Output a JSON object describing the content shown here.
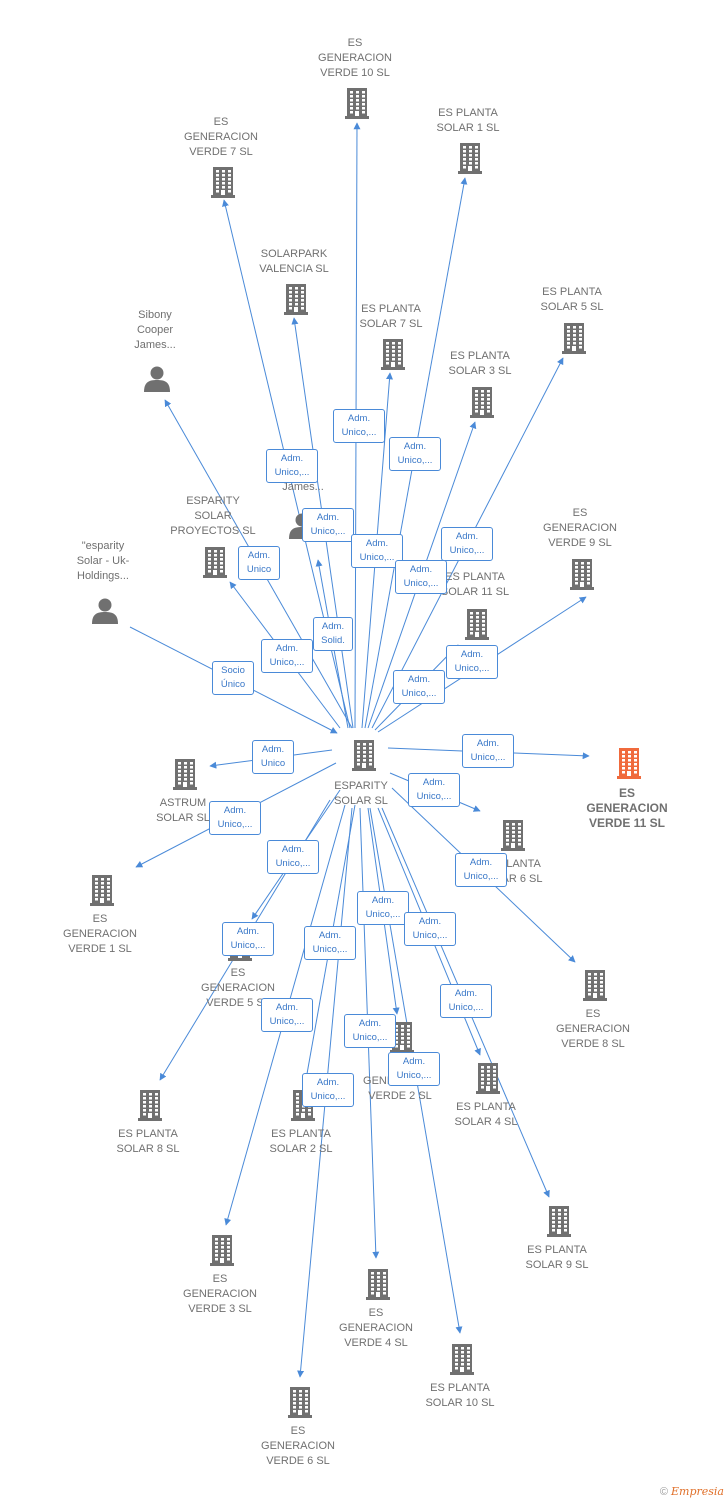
{
  "colors": {
    "edge": "#4a8ad8",
    "building": "#707070",
    "highlight": "#f06a3c",
    "text": "#707070"
  },
  "center": {
    "id": "center",
    "label": "ESPARITY\nSOLAR  SL",
    "icon": "building-icon"
  },
  "nodes": [
    {
      "id": "n10",
      "label": "ES\nGENERACION\nVERDE 10  SL",
      "icon": "building-icon"
    },
    {
      "id": "n7",
      "label": "ES\nGENERACION\nVERDE 7  SL",
      "icon": "building-icon"
    },
    {
      "id": "ps1",
      "label": "ES PLANTA\nSOLAR 1  SL",
      "icon": "building-icon"
    },
    {
      "id": "spv",
      "label": "SOLARPARK\nVALENCIA  SL",
      "icon": "building-icon"
    },
    {
      "id": "ps5",
      "label": "ES PLANTA\nSOLAR 5  SL",
      "icon": "building-icon"
    },
    {
      "id": "ps7",
      "label": "ES PLANTA\nSOLAR 7  SL",
      "icon": "building-icon"
    },
    {
      "id": "sib",
      "label": "Sibony\nCooper\nJames...",
      "icon": "person-icon"
    },
    {
      "id": "ps3",
      "label": "ES PLANTA\nSOLAR 3  SL",
      "icon": "building-icon"
    },
    {
      "id": "jam",
      "label": "James...",
      "icon": "person-icon"
    },
    {
      "id": "esp",
      "label": "ESPARITY\nSOLAR\nPROYECTOS  SL",
      "icon": "building-icon"
    },
    {
      "id": "uk",
      "label": "\"esparity\nSolar - Uk-\nHoldings...",
      "icon": "person-icon"
    },
    {
      "id": "n9",
      "label": "ES\nGENERACION\nVERDE 9  SL",
      "icon": "building-icon"
    },
    {
      "id": "ps11",
      "label": "ES PLANTA\nSOLAR 11  SL",
      "icon": "building-icon"
    },
    {
      "id": "n11",
      "label": "ES\nGENERACION\nVERDE 11  SL",
      "icon": "building-icon",
      "highlight": true
    },
    {
      "id": "ast",
      "label": "ASTRUM\nSOLAR  SL",
      "icon": "building-icon"
    },
    {
      "id": "ps6",
      "label": "ES PLANTA\nSOLAR 6  SL",
      "icon": "building-icon"
    },
    {
      "id": "n1",
      "label": "ES\nGENERACION\nVERDE 1  SL",
      "icon": "building-icon"
    },
    {
      "id": "n5",
      "label": "ES\nGENERACION\nVERDE 5  SL",
      "icon": "building-icon"
    },
    {
      "id": "n8",
      "label": "ES\nGENERACION\nVERDE 8  SL",
      "icon": "building-icon"
    },
    {
      "id": "n2",
      "label": "ES\nGENERACION\nVERDE 2  SL",
      "icon": "building-icon"
    },
    {
      "id": "ps8",
      "label": "ES PLANTA\nSOLAR 8  SL",
      "icon": "building-icon"
    },
    {
      "id": "ps2",
      "label": "ES PLANTA\nSOLAR 2  SL",
      "icon": "building-icon"
    },
    {
      "id": "ps4",
      "label": "ES PLANTA\nSOLAR 4  SL",
      "icon": "building-icon"
    },
    {
      "id": "ps9",
      "label": "ES PLANTA\nSOLAR 9  SL",
      "icon": "building-icon"
    },
    {
      "id": "n3",
      "label": "ES\nGENERACION\nVERDE 3  SL",
      "icon": "building-icon"
    },
    {
      "id": "n4",
      "label": "ES\nGENERACION\nVERDE 4  SL",
      "icon": "building-icon"
    },
    {
      "id": "ps10",
      "label": "ES PLANTA\nSOLAR 10  SL",
      "icon": "building-icon"
    },
    {
      "id": "n6",
      "label": "ES\nGENERACION\nVERDE 6  SL",
      "icon": "building-icon"
    }
  ],
  "relations": [
    {
      "id": "r_n10",
      "label": "Adm.\nUnico,..."
    },
    {
      "id": "r_n7",
      "label": "Adm.\nUnico,..."
    },
    {
      "id": "r_ps1",
      "label": "Adm.\nUnico,..."
    },
    {
      "id": "r_spv",
      "label": "Adm.\nUnico,..."
    },
    {
      "id": "r_ps5",
      "label": "Adm.\nUnico,..."
    },
    {
      "id": "r_ps7",
      "label": "Adm.\nUnico,..."
    },
    {
      "id": "r_ps3",
      "label": "Adm.\nUnico,..."
    },
    {
      "id": "r_esp",
      "label": "Adm.\nUnico"
    },
    {
      "id": "r_sib",
      "label": "Adm.\nUnico,..."
    },
    {
      "id": "r_jam",
      "label": "Adm.\nSolid."
    },
    {
      "id": "r_uk",
      "label": "Socio\nÚnico"
    },
    {
      "id": "r_ps11",
      "label": "Adm.\nUnico,..."
    },
    {
      "id": "r_n9",
      "label": "Adm.\nUnico,..."
    },
    {
      "id": "r_n11",
      "label": "Adm.\nUnico,..."
    },
    {
      "id": "r_ast",
      "label": "Adm.\nUnico"
    },
    {
      "id": "r_ps6",
      "label": "Adm.\nUnico,..."
    },
    {
      "id": "r_n1",
      "label": "Adm.\nUnico,..."
    },
    {
      "id": "r_n5",
      "label": "Adm.\nUnico,..."
    },
    {
      "id": "r_n8",
      "label": "Adm.\nUnico,..."
    },
    {
      "id": "r_ps8",
      "label": "Adm.\nUnico,..."
    },
    {
      "id": "r_n3",
      "label": "Adm.\nUnico,..."
    },
    {
      "id": "r_ps2",
      "label": "Adm.\nUnico,..."
    },
    {
      "id": "r_n2",
      "label": "Adm.\nUnico,..."
    },
    {
      "id": "r_n4",
      "label": "Adm.\nUnico,..."
    },
    {
      "id": "r_ps4",
      "label": "Adm.\nUnico,..."
    },
    {
      "id": "r_ps10",
      "label": "Adm.\nUnico,..."
    },
    {
      "id": "r_n6",
      "label": "Adm.\nUnico,..."
    },
    {
      "id": "r_ps9",
      "label": "Adm.\nUnico,..."
    }
  ],
  "footer": {
    "copyright": "©",
    "brand": "Empresia"
  }
}
